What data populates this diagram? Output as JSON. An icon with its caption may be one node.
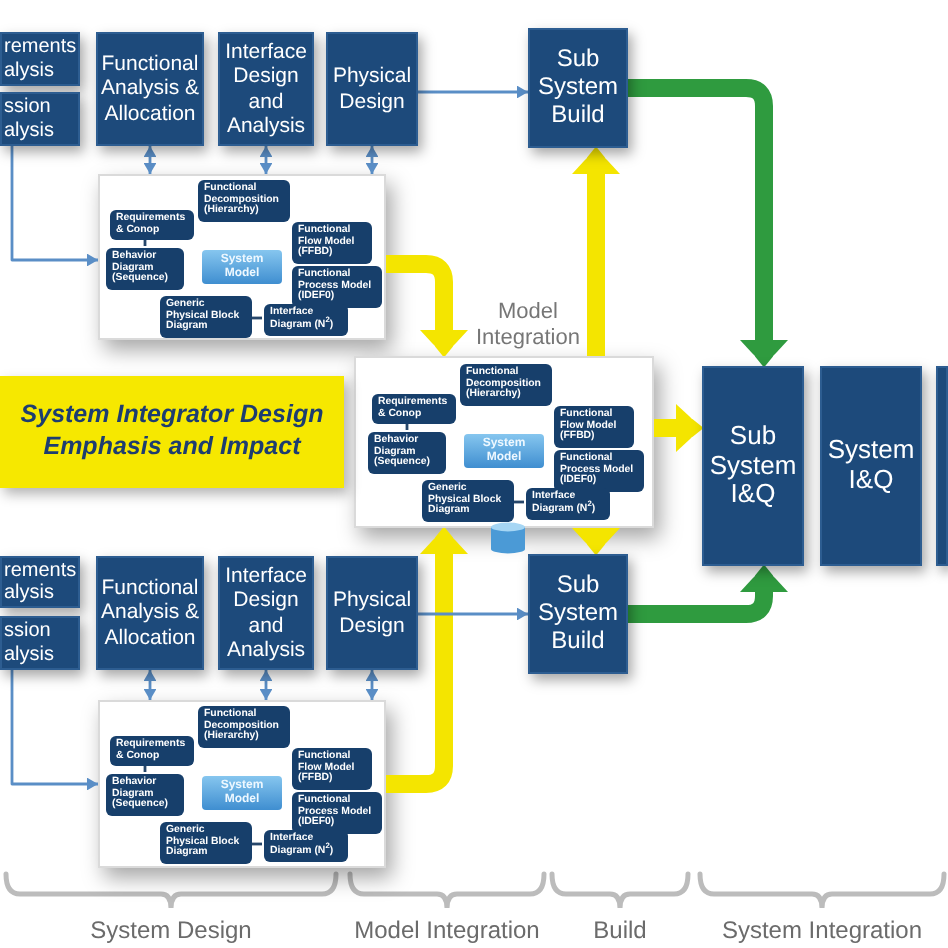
{
  "diagram": {
    "nodes": [
      {
        "text": [
          "rements alysis"
        ]
      },
      {
        "text": [
          "ssion alysis"
        ]
      },
      {
        "text": [
          "Functional Analysis & Allocation"
        ]
      },
      {
        "text": [
          "Interface Design and Analysis"
        ]
      },
      {
        "text": [
          "Physical Design"
        ]
      },
      {
        "text": [
          "Sub System Build"
        ]
      },
      {
        "text": [],
        "shape": "box"
      },
      {
        "text": [
          "Functional Decomposition (Hierarchy)"
        ],
        "in": 6
      },
      {
        "text": [
          "Requirements & Conop"
        ],
        "in": 6
      },
      {
        "text": [
          "Functional Flow Model (FFBD)"
        ],
        "in": 6
      },
      {
        "text": [
          "Behavior Diagram (Sequence)"
        ],
        "in": 6
      },
      {
        "text": [
          "System Model"
        ],
        "in": 6
      },
      {
        "text": [
          "Functional Process Model (IDEF0)"
        ],
        "in": 6
      },
      {
        "text": [
          "Generic Physical Block Diagram"
        ],
        "in": 6
      },
      {
        "text": [
          "Interface Diagram (N$^{2}$)"
        ],
        "in": 6
      },
      {
        "text": [
          "System Integrator Design Emphasis and Impact"
        ]
      },
      {
        "text": [
          "Model Integration"
        ]
      },
      {
        "text": [
          "Functional Decomposition (Hierarchy)"
        ],
        "in": 16
      },
      {
        "text": [
          "Requirements & Conop"
        ],
        "in": 16
      },
      {
        "text": [
          "Functional Flow Model (FFBD)"
        ],
        "in": 16
      },
      {
        "text": [
          "Behavior Diagram (Sequence)"
        ],
        "in": 16
      },
      {
        "text": [
          "System Model"
        ],
        "in": 16
      },
      {
        "text": [
          "Functional Process Model (IDEF0)"
        ],
        "in": 16
      },
      {
        "text": [
          "Generic Physical Block Diagram"
        ],
        "in": 16
      },
      {
        "text": [
          "Interface Diagram (N$^{2}$)"
        ],
        "in": 16
      },
      {
        "text": [
          "Sub System I&Q"
        ]
      },
      {
        "text": [
          "System I&Q"
        ]
      },
      {
        "text": [],
        "shape": "box"
      },
      {
        "text": [
          "rements alysis"
        ]
      },
      {
        "text": [
          "ssion alysis"
        ]
      },
      {
        "text": [
          "Functional Analysis & Allocation"
        ]
      },
      {
        "text": [
          "Interface Design and Analysis"
        ]
      },
      {
        "text": [
          "Physical Design"
        ]
      },
      {
        "text": [
          "Sub System Build"
        ]
      },
      {
        "text": [],
        "shape": "box"
      },
      {
        "text": [
          "Functional Decomposition (Hierarchy)"
        ],
        "in": 34
      },
      {
        "text": [
          "Requirements & Conop"
        ],
        "in": 34
      },
      {
        "text": [
          "Functional Flow Model (FFBD)"
        ],
        "in": 34
      },
      {
        "text": [
          "Behavior Diagram (Sequence)"
        ],
        "in": 34
      },
      {
        "text": [
          "System Model"
        ],
        "in": 34
      },
      {
        "text": [
          "Functional Process Model (IDEF0)"
        ],
        "in": 34
      },
      {
        "text": [
          "Generic Physical Block Diagram"
        ],
        "in": 34
      },
      {
        "text": [
          "Interface Diagram (N$^{2}$)"
        ],
        "in": 34
      }
    ],
    "edges": [
      {
        "from": 4,
        "to": 5,
        "arrow": "to"
      },
      {
        "from": 2,
        "to": 6,
        "arrow": "both"
      },
      {
        "from": 3,
        "to": 6,
        "arrow": "both"
      },
      {
        "from": 4,
        "to": 6,
        "arrow": "both"
      },
      {
        "from": 1,
        "to": 6,
        "arrow": "to"
      },
      {
        "from": 6,
        "to": 16,
        "arrow": "to",
        "style": "thick",
        "color": "#f4e500"
      },
      {
        "from": 16,
        "to": 5,
        "arrow": "to",
        "style": "thick",
        "color": "#f4e500"
      },
      {
        "from": 16,
        "to": 33,
        "arrow": "to",
        "style": "thick",
        "color": "#f4e500"
      },
      {
        "from": 34,
        "to": 16,
        "arrow": "to",
        "style": "thick",
        "color": "#f4e500"
      },
      {
        "from": 16,
        "to": 25,
        "arrow": "to",
        "style": "thick",
        "color": "#f4e500"
      },
      {
        "from": 5,
        "to": 25,
        "arrow": "to",
        "style": "thick",
        "color": "#2f9b3f"
      },
      {
        "from": 33,
        "to": 25,
        "arrow": "to",
        "style": "thick",
        "color": "#2f9b3f"
      },
      {
        "from": 32,
        "to": 33,
        "arrow": "to"
      },
      {
        "from": 30,
        "to": 34,
        "arrow": "both"
      },
      {
        "from": 31,
        "to": 34,
        "arrow": "both"
      },
      {
        "from": 32,
        "to": 34,
        "arrow": "both"
      },
      {
        "from": 29,
        "to": 34,
        "arrow": "to"
      },
      {
        "from": 8,
        "to": 10,
        "arrow": "none",
        "color": "#27476b"
      },
      {
        "from": 13,
        "to": 14,
        "arrow": "none",
        "color": "#27476b"
      },
      {
        "from": 18,
        "to": 20,
        "arrow": "none",
        "color": "#27476b"
      },
      {
        "from": 23,
        "to": 24,
        "arrow": "none",
        "color": "#27476b"
      },
      {
        "from": 36,
        "to": 38,
        "arrow": "none",
        "color": "#27476b"
      },
      {
        "from": 41,
        "to": 42,
        "arrow": "none",
        "color": "#27476b"
      }
    ],
    "labels": [
      "System Design",
      "Model Integration",
      "Build",
      "System Integration"
    ]
  }
}
